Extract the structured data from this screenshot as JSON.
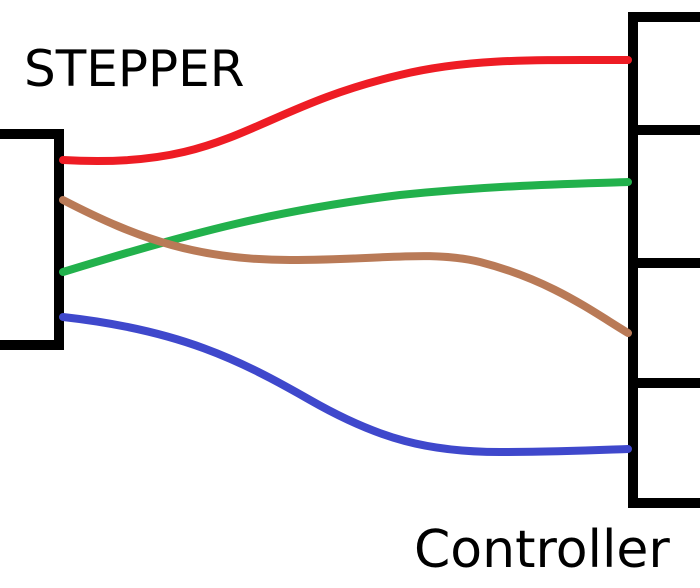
{
  "labels": {
    "stepper": "STEPPER",
    "controller": "Controller"
  },
  "colors": {
    "outline": "#000000",
    "red": "#ee1c24",
    "green": "#22b14c",
    "brown": "#b97a57",
    "blue": "#3f48cc",
    "background": "#ffffff"
  },
  "wires": [
    {
      "name": "red-wire",
      "color": "red"
    },
    {
      "name": "green-wire",
      "color": "green"
    },
    {
      "name": "brown-wire",
      "color": "brown"
    },
    {
      "name": "blue-wire",
      "color": "blue"
    }
  ]
}
